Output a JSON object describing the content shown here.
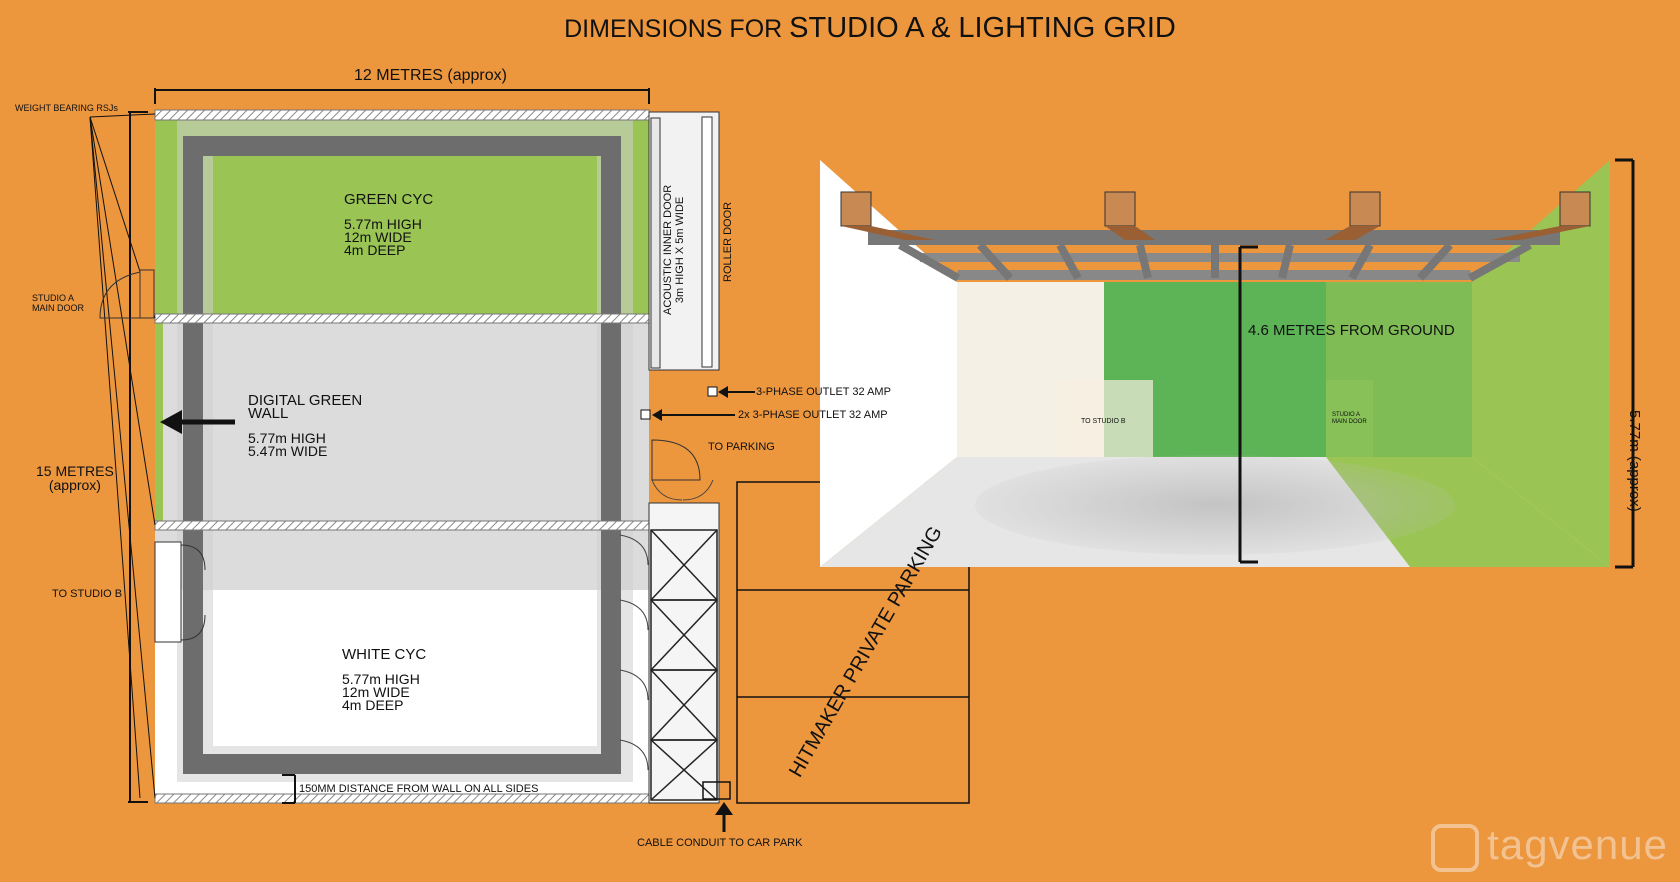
{
  "title": {
    "prefix": "DIMENSIONS FOR ",
    "main": "STUDIO A & LIGHTING GRID"
  },
  "plan": {
    "width_label": "12 METRES (approx)",
    "height_label": "15 METRES\n(approx)",
    "rsj_label": "WEIGHT BEARING RSJs",
    "main_door_label": "STUDIO A\nMAIN DOOR",
    "studio_b_label": "TO STUDIO B",
    "green_cyc": {
      "title": "GREEN CYC",
      "specs": "5.77m HIGH\n12m WIDE\n4m DEEP"
    },
    "digital_wall": {
      "title": "DIGITAL GREEN\nWALL",
      "specs": "5.77m HIGH\n5.47m WIDE"
    },
    "white_cyc": {
      "title": "WHITE CYC",
      "specs": "5.77m HIGH\n12m WIDE\n4m DEEP"
    },
    "acoustic_door": "ACOUSTIC INNER DOOR\n3m HIGH X 5m WIDE",
    "roller_door": "ROLLER DOOR",
    "outlet_1": "3-PHASE OUTLET 32 AMP",
    "outlet_2": "2x 3-PHASE OUTLET 32 AMP",
    "to_parking": "TO PARKING",
    "parking": "HITMAKER PRIVATE PARKING",
    "distance_note": "150MM DISTANCE FROM WALL ON ALL SIDES",
    "cable_conduit": "CABLE CONDUIT TO CAR PARK"
  },
  "render3d": {
    "height_from_ground": "4.6 METRES FROM GROUND",
    "total_height": "5.77m (approx)",
    "to_studio_b": "TO STUDIO B",
    "main_door": "STUDIO A\nMAIN DOOR"
  },
  "watermark": "tagvenue",
  "colors": {
    "background": "#EC963E",
    "green": "#9AC555",
    "dark_green": "#5DAF56",
    "grey": "#DCDCDC"
  }
}
